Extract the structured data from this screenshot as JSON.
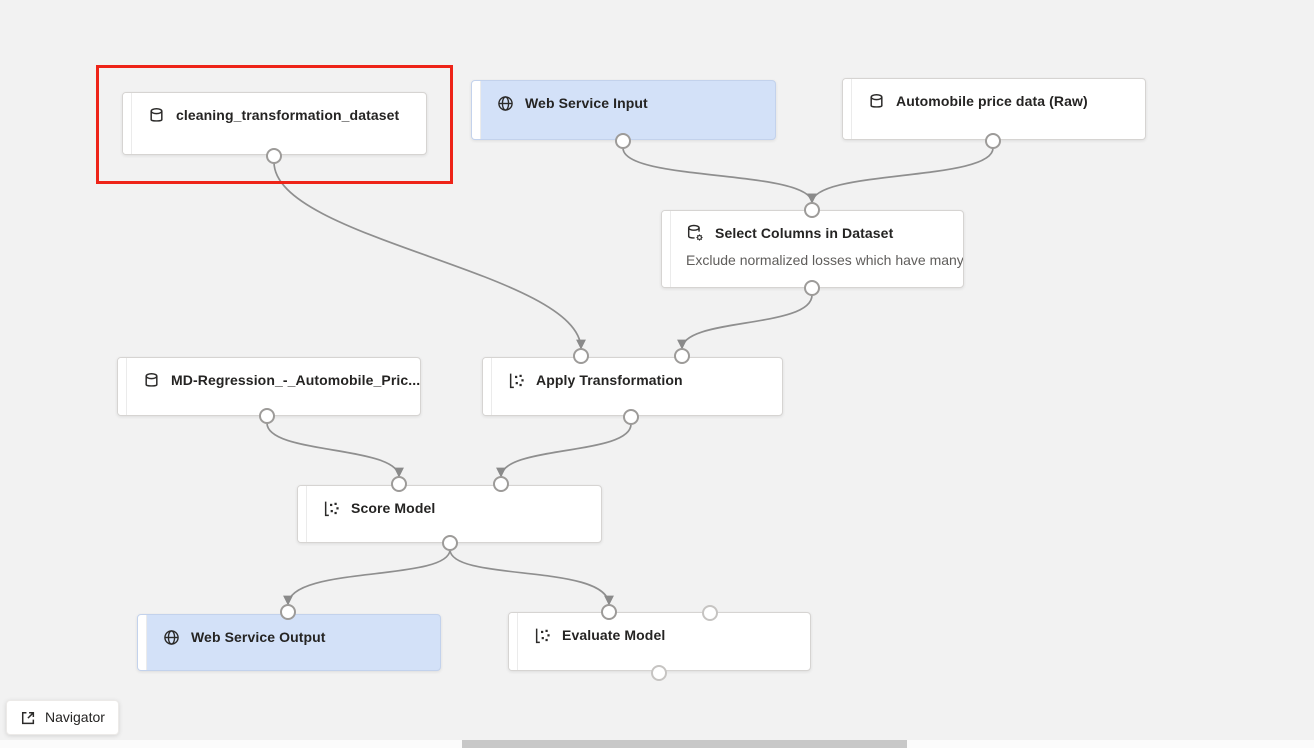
{
  "canvas": {
    "background_color": "#f2f2f2",
    "edge_color": "#8f8f8f",
    "highlight_color": "#ee2418",
    "web_service_node_color": "#d3e1f8"
  },
  "nodes": [
    {
      "label": "cleaning_transformation_dataset",
      "icon": "database-icon",
      "kind": "dataset",
      "highlighted": true
    },
    {
      "label": "Web Service Input",
      "icon": "globe-icon",
      "kind": "web-service"
    },
    {
      "label": "Automobile price data (Raw)",
      "icon": "database-icon",
      "kind": "dataset"
    },
    {
      "label": "Select Columns in Dataset",
      "icon": "database-gear-icon",
      "kind": "module",
      "comment": "Exclude normalized losses which have many"
    },
    {
      "label": "MD-Regression_-_Automobile_Pric...",
      "icon": "database-icon",
      "kind": "dataset"
    },
    {
      "label": "Apply Transformation",
      "icon": "scatter-icon",
      "kind": "module"
    },
    {
      "label": "Score Model",
      "icon": "scatter-icon",
      "kind": "module"
    },
    {
      "label": "Web Service Output",
      "icon": "globe-icon",
      "kind": "web-service"
    },
    {
      "label": "Evaluate Model",
      "icon": "scatter-icon",
      "kind": "module"
    }
  ],
  "connections": [
    {
      "from": "cleaning_transformation_dataset",
      "to": "Apply Transformation"
    },
    {
      "from": "Web Service Input",
      "to": "Select Columns in Dataset"
    },
    {
      "from": "Automobile price data (Raw)",
      "to": "Select Columns in Dataset"
    },
    {
      "from": "Select Columns in Dataset",
      "to": "Apply Transformation"
    },
    {
      "from": "MD-Regression_-_Automobile_Pric...",
      "to": "Score Model"
    },
    {
      "from": "Apply Transformation",
      "to": "Score Model"
    },
    {
      "from": "Score Model",
      "to": "Web Service Output"
    },
    {
      "from": "Score Model",
      "to": "Evaluate Model"
    }
  ],
  "navigator": {
    "label": "Navigator",
    "icon": "navigator-icon"
  }
}
